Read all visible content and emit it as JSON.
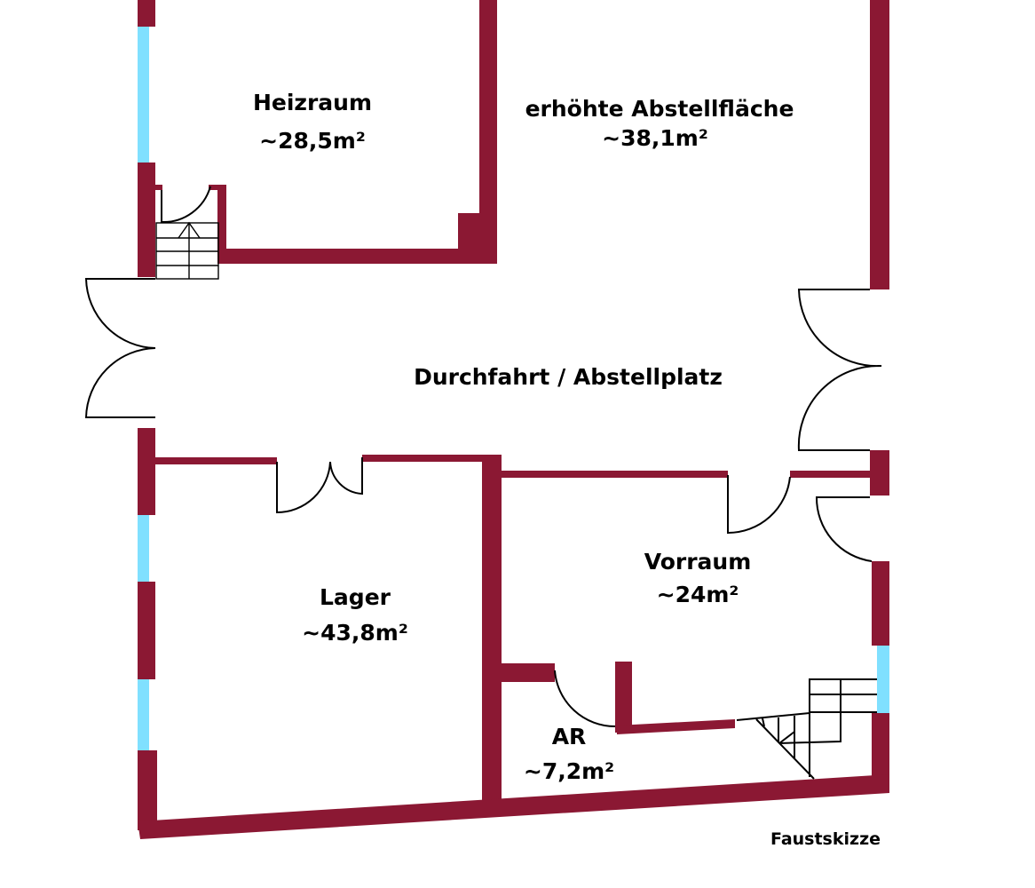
{
  "rooms": {
    "heizraum": {
      "name": "Heizraum",
      "area": "~28,5m²"
    },
    "abstellflaeche": {
      "name": "erhöhte Abstellfläche",
      "area": "~38,1m²"
    },
    "durchfahrt": {
      "name": "Durchfahrt / Abstellplatz"
    },
    "vorraum": {
      "name": "Vorraum",
      "area": "~24m²"
    },
    "lager": {
      "name": "Lager",
      "area": "~43,8m²"
    },
    "ar": {
      "name": "AR",
      "area": "~7,2m²"
    }
  },
  "note": "Faustskizze",
  "colors": {
    "wall": "#8b1833",
    "window": "#80e0ff"
  }
}
